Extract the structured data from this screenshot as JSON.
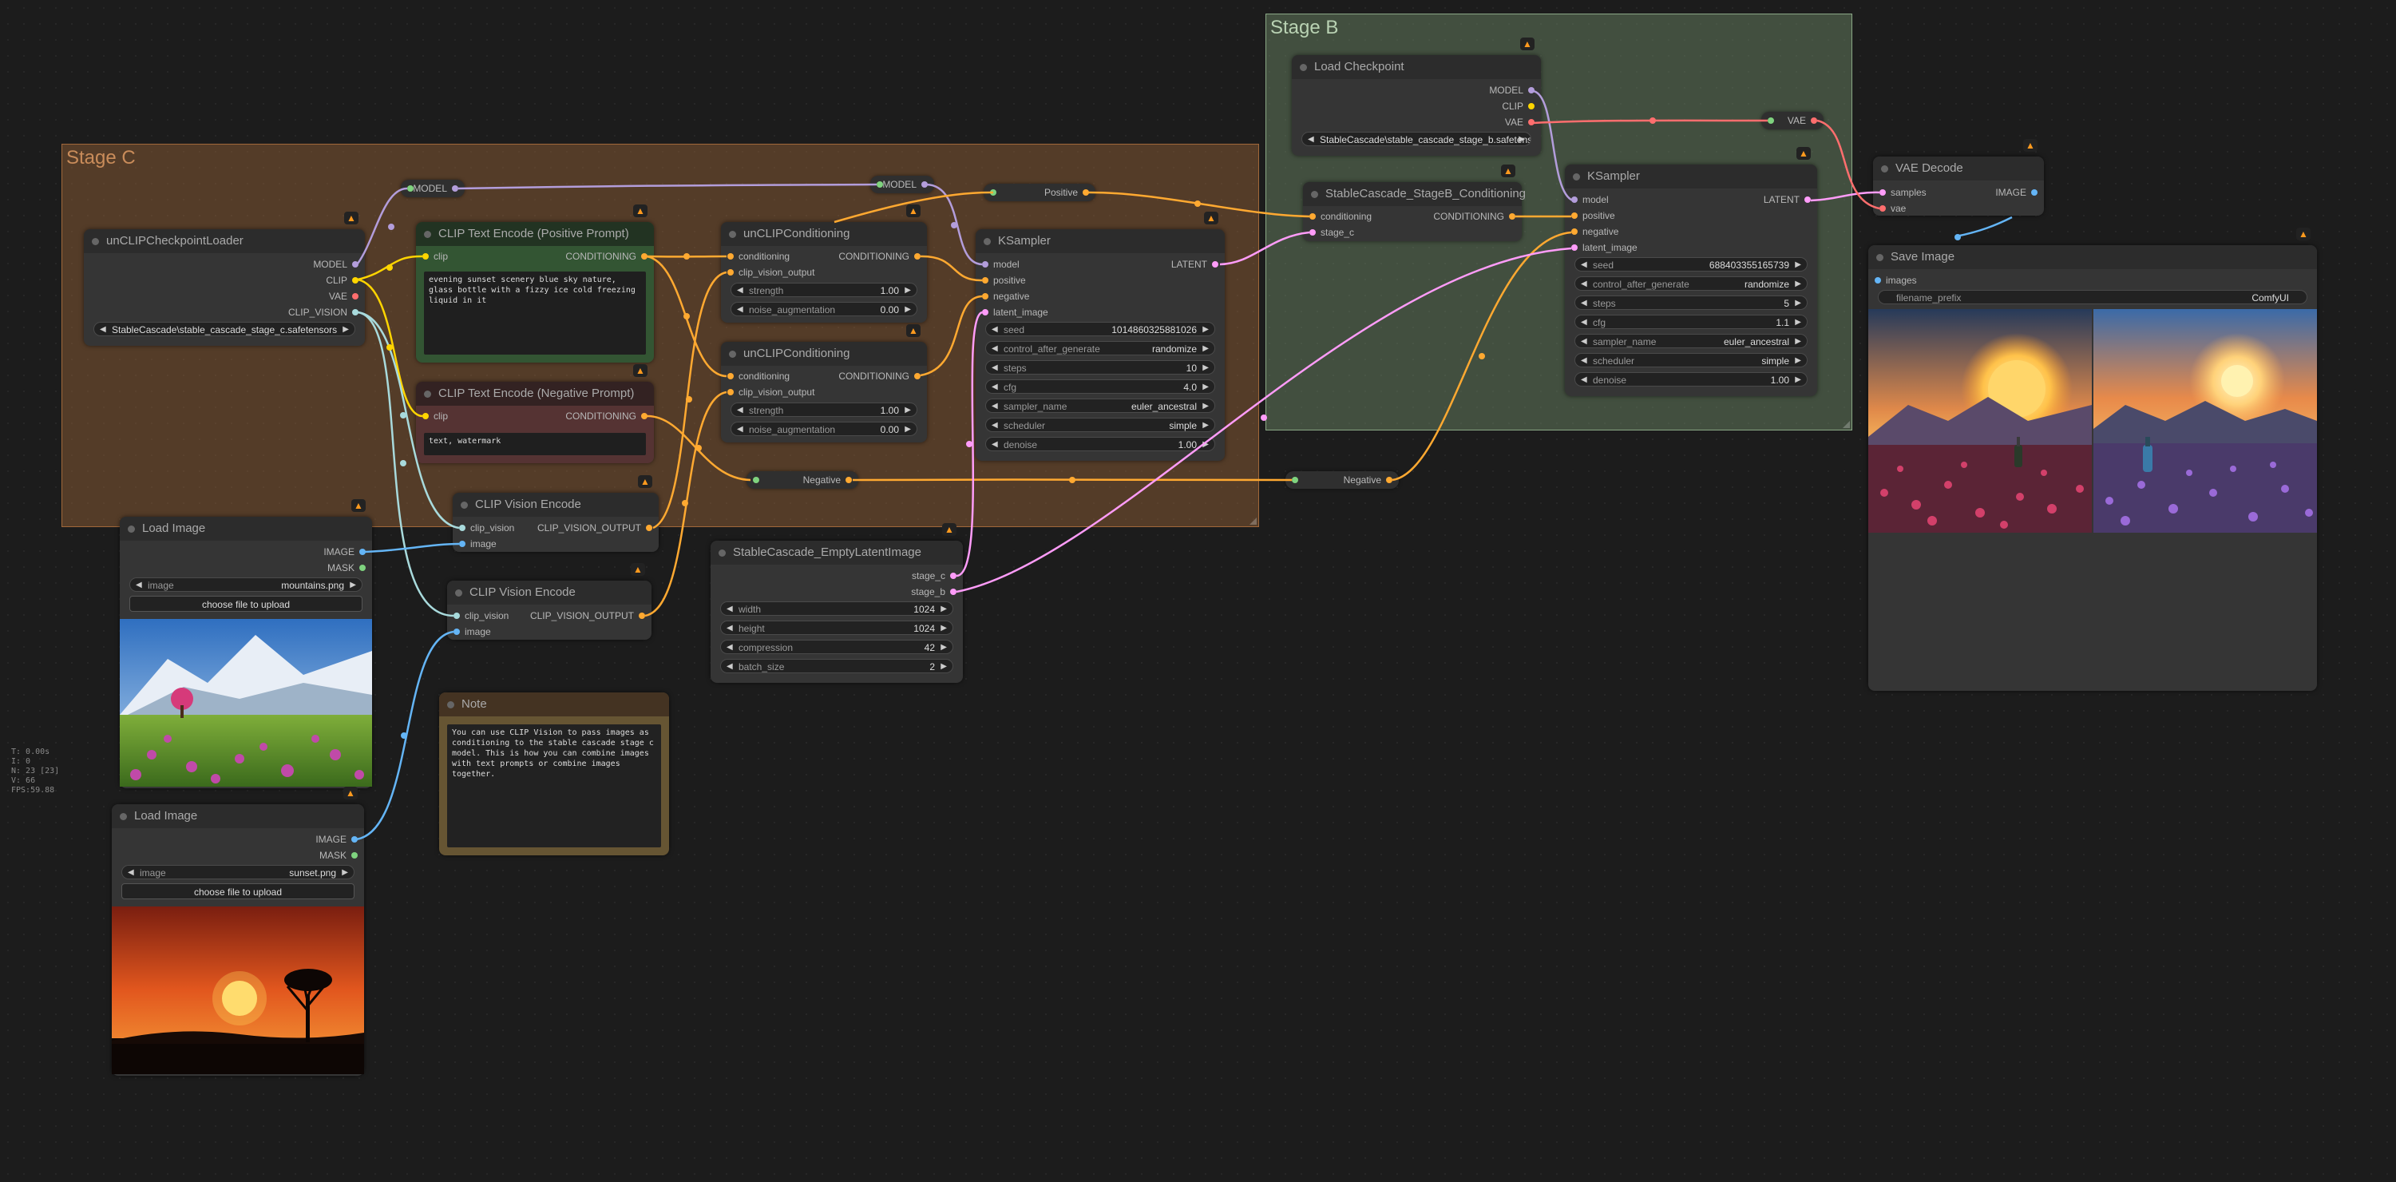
{
  "groups": {
    "stage_c": {
      "title": "Stage C",
      "color": "#a1683a"
    },
    "stage_b": {
      "title": "Stage B",
      "color": "#8aa886"
    }
  },
  "nodes": {
    "checkpoint_c": {
      "title": "unCLIPCheckpointLoader",
      "outputs": [
        "MODEL",
        "CLIP",
        "VAE",
        "CLIP_VISION"
      ],
      "ckpt_name": "StableCascade\\stable_cascade_stage_c.safetensors"
    },
    "clip_pos": {
      "title": "CLIP Text Encode (Positive Prompt)",
      "input": "clip",
      "output": "CONDITIONING",
      "text": "evening sunset scenery blue sky nature, glass bottle with a fizzy ice cold freezing liquid in it"
    },
    "clip_neg": {
      "title": "CLIP Text Encode (Negative Prompt)",
      "input": "clip",
      "output": "CONDITIONING",
      "text": "text, watermark"
    },
    "unclip1": {
      "title": "unCLIPConditioning",
      "inputs": [
        "conditioning",
        "clip_vision_output"
      ],
      "output": "CONDITIONING",
      "strength_label": "strength",
      "strength": "1.00",
      "noise_label": "noise_augmentation",
      "noise": "0.00"
    },
    "unclip2": {
      "title": "unCLIPConditioning",
      "inputs": [
        "conditioning",
        "clip_vision_output"
      ],
      "output": "CONDITIONING",
      "strength_label": "strength",
      "strength": "1.00",
      "noise_label": "noise_augmentation",
      "noise": "0.00"
    },
    "ksampler_c": {
      "title": "KSampler",
      "inputs": [
        "model",
        "positive",
        "negative",
        "latent_image"
      ],
      "output": "LATENT",
      "widgets": [
        {
          "name": "seed",
          "value": "1014860325881026"
        },
        {
          "name": "control_after_generate",
          "value": "randomize"
        },
        {
          "name": "steps",
          "value": "10"
        },
        {
          "name": "cfg",
          "value": "4.0"
        },
        {
          "name": "sampler_name",
          "value": "euler_ancestral"
        },
        {
          "name": "scheduler",
          "value": "simple"
        },
        {
          "name": "denoise",
          "value": "1.00"
        }
      ]
    },
    "clip_vision1": {
      "title": "CLIP Vision Encode",
      "inputs": [
        "clip_vision",
        "image"
      ],
      "output": "CLIP_VISION_OUTPUT"
    },
    "clip_vision2": {
      "title": "CLIP Vision Encode",
      "inputs": [
        "clip_vision",
        "image"
      ],
      "output": "CLIP_VISION_OUTPUT"
    },
    "load_image1": {
      "title": "Load Image",
      "outputs": [
        "IMAGE",
        "MASK"
      ],
      "image_label": "image",
      "image": "mountains.png",
      "upload": "choose file to upload"
    },
    "load_image2": {
      "title": "Load Image",
      "outputs": [
        "IMAGE",
        "MASK"
      ],
      "image_label": "image",
      "image": "sunset.png",
      "upload": "choose file to upload"
    },
    "note": {
      "title": "Note",
      "text": "You can use CLIP Vision to pass images as conditioning to the stable cascade stage c model. This is how you can combine images with text prompts or combine images together."
    },
    "empty_latent": {
      "title": "StableCascade_EmptyLatentImage",
      "outputs": [
        "stage_c",
        "stage_b"
      ],
      "widgets": [
        {
          "name": "width",
          "value": "1024"
        },
        {
          "name": "height",
          "value": "1024"
        },
        {
          "name": "compression",
          "value": "42"
        },
        {
          "name": "batch_size",
          "value": "2"
        }
      ]
    },
    "checkpoint_b": {
      "title": "Load Checkpoint",
      "outputs": [
        "MODEL",
        "CLIP",
        "VAE"
      ],
      "ckpt_name": "StableCascade\\stable_cascade_stage_b.safetensors"
    },
    "stageb_cond": {
      "title": "StableCascade_StageB_Conditioning",
      "inputs": [
        "conditioning",
        "stage_c"
      ],
      "output": "CONDITIONING"
    },
    "ksampler_b": {
      "title": "KSampler",
      "inputs": [
        "model",
        "positive",
        "negative",
        "latent_image"
      ],
      "output": "LATENT",
      "widgets": [
        {
          "name": "seed",
          "value": "688403355165739"
        },
        {
          "name": "control_after_generate",
          "value": "randomize"
        },
        {
          "name": "steps",
          "value": "5"
        },
        {
          "name": "cfg",
          "value": "1.1"
        },
        {
          "name": "sampler_name",
          "value": "euler_ancestral"
        },
        {
          "name": "scheduler",
          "value": "simple"
        },
        {
          "name": "denoise",
          "value": "1.00"
        }
      ]
    },
    "vae_decode": {
      "title": "VAE Decode",
      "inputs": [
        "samples",
        "vae"
      ],
      "output": "IMAGE"
    },
    "save_image": {
      "title": "Save Image",
      "input": "images",
      "prefix_label": "filename_prefix",
      "prefix": "ComfyUI"
    }
  },
  "reroutes": {
    "model_1": "MODEL",
    "model_2": "MODEL",
    "positive": "Positive",
    "negative_1": "Negative",
    "negative_2": "Negative",
    "vae": "VAE"
  },
  "stats": [
    "T: 0.00s",
    "I: 0",
    "N: 23 [23]",
    "V: 66",
    "FPS:59.88"
  ],
  "badge_icon": "fox-icon",
  "wire_colors": {
    "model": "#b39ddb",
    "clip": "#ffd500",
    "vae": "#ff6e6e",
    "clip_vision": "#a8dadc",
    "conditioning": "#ffa931",
    "latent": "#ff9cf9",
    "image": "#64b5f6"
  }
}
